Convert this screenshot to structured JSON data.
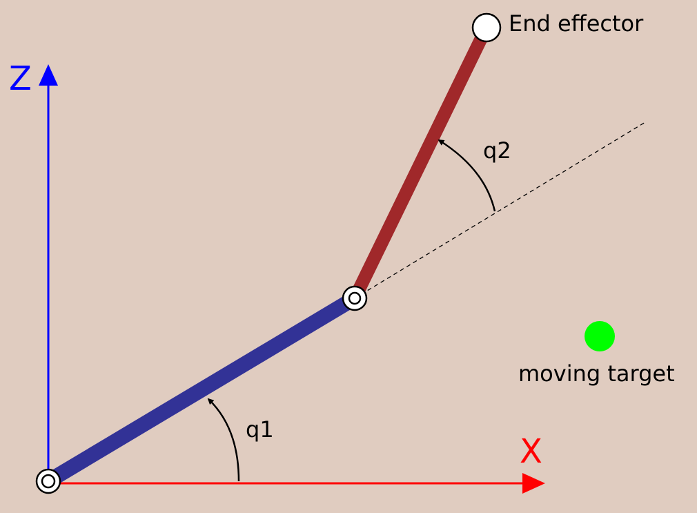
{
  "labels": {
    "axis_z": "Z",
    "axis_x": "X",
    "angle_1": "q1",
    "angle_2": "q2",
    "end_effector": "End effector",
    "target": "moving target"
  },
  "colors": {
    "background": "#e0ccc0",
    "z_axis": "#0000ff",
    "x_axis": "#ff0000",
    "link_1": "#323296",
    "link_2": "#a0282a",
    "target": "#00ff00",
    "joint_fill": "#ffffff",
    "outline": "#000000"
  },
  "icons": {
    "base_joint": "concentric-circle-joint-icon",
    "elbow_joint": "concentric-circle-joint-icon",
    "end_effector": "circle-icon",
    "target": "filled-circle-icon"
  }
}
